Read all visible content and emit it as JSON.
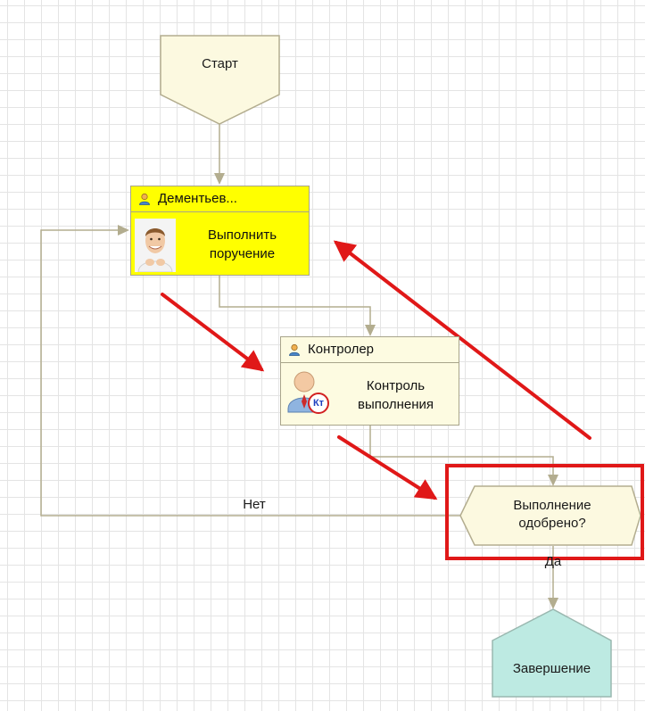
{
  "nodes": {
    "start": {
      "label": "Старт"
    },
    "task1": {
      "performer": "Дементьев...",
      "title_line1": "Выполнить",
      "title_line2": "поручение"
    },
    "task2": {
      "performer": "Контролер",
      "title_line1": "Контроль",
      "title_line2": "выполнения",
      "badge": "Кт"
    },
    "decision": {
      "line1": "Выполнение",
      "line2": "одобрено?"
    },
    "end": {
      "label": "Завершение"
    }
  },
  "edges": {
    "no_label": "Нет",
    "yes_label": "Да"
  },
  "icons": {
    "performer": "user-icon",
    "photo": "person-photo",
    "controller": "controller-icon"
  },
  "colors": {
    "task1_fill": "#ffff00",
    "task2_fill": "#fdfbe1",
    "start_fill": "#fcf9e0",
    "end_fill": "#bdeae2",
    "annotation_red": "#e01818",
    "connector": "#b3ad8f"
  }
}
